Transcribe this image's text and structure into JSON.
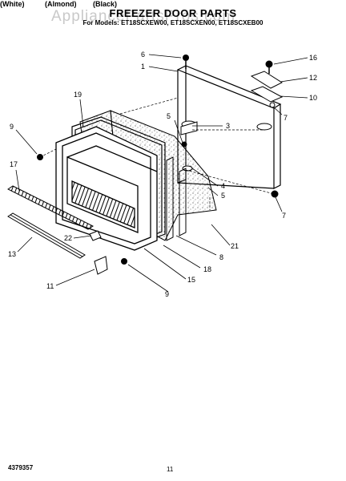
{
  "header": {
    "watermark": "AppliancePartsPros.com",
    "title": "FREEZER DOOR PARTS",
    "models": "For Models: ET18SCXEW00, ET18SCXEN00, ET18SCXEB00",
    "colors": [
      "(White)",
      "(Almond)",
      "(Black)"
    ]
  },
  "callouts": [
    "6",
    "1",
    "19",
    "9",
    "5",
    "3",
    "4",
    "5",
    "17",
    "22",
    "13",
    "11",
    "15",
    "9",
    "18",
    "8",
    "21",
    "7",
    "16",
    "12",
    "10",
    "7"
  ],
  "footer": {
    "doc_number": "4379357",
    "page_number": "11"
  }
}
